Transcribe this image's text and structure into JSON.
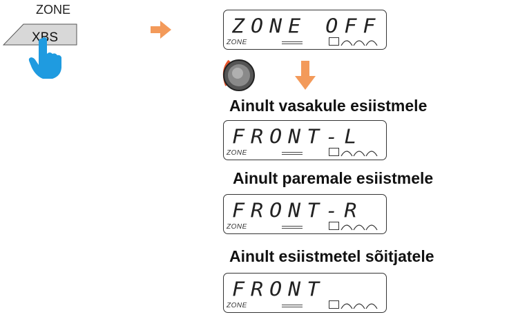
{
  "button": {
    "zone_label": "ZONE",
    "xbs_label": "XBS"
  },
  "displays": [
    {
      "text": "ZONE  OFF",
      "indicator": "ZONE"
    },
    {
      "text": "FRONT-L",
      "indicator": "ZONE"
    },
    {
      "text": "FRONT-R",
      "indicator": "ZONE"
    },
    {
      "text": "FRONT",
      "indicator": "ZONE"
    }
  ],
  "captions": [
    "Ainult vasakule esiistmele",
    "Ainult paremale esiistmele",
    "Ainult esiistmetel sõitjatele"
  ],
  "colors": {
    "arrow": "#f39a5a",
    "hand": "#1f9be0",
    "knob_ring": "#e8542a"
  }
}
